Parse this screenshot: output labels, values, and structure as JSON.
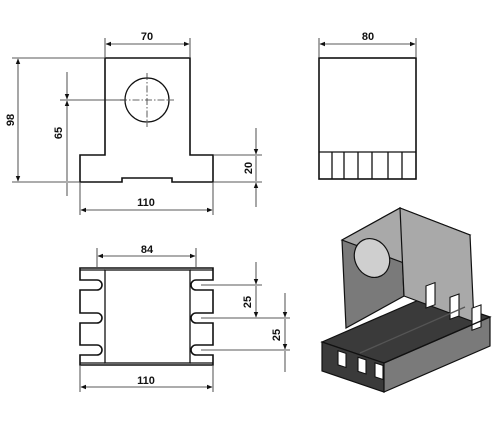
{
  "dimensions": {
    "front_width": "70",
    "side_width": "80",
    "front_height": "98",
    "hole_height": "65",
    "base_height": "20",
    "base_width": "110",
    "top_inner_width": "84",
    "slot_pitch_1": "25",
    "slot_pitch_2": "25",
    "top_base_width": "110"
  },
  "colors": {
    "line": "#111111",
    "shade_dark": "#3a3a3a",
    "shade_mid": "#7a7a7a",
    "shade_light": "#a9a9a9"
  }
}
